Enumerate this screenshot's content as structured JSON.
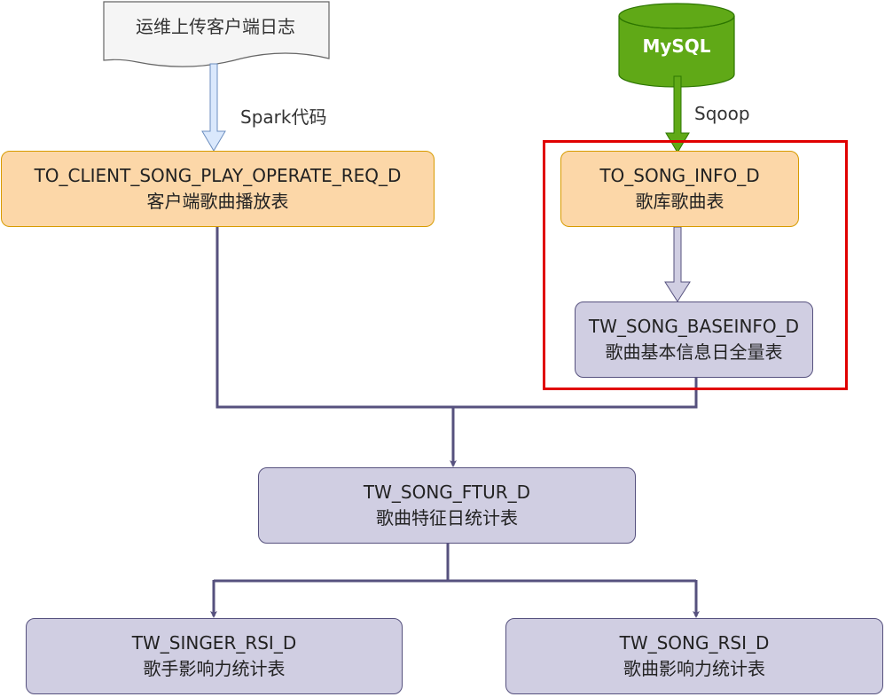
{
  "source_doc": {
    "label": "运维上传客户端日志"
  },
  "source_db": {
    "label": "MySQL"
  },
  "edge_labels": {
    "spark": "Spark代码",
    "sqoop": "Sqoop"
  },
  "nodes": {
    "client_play": {
      "code": "TO_CLIENT_SONG_PLAY_OPERATE_REQ_D",
      "name": "客户端歌曲播放表"
    },
    "song_info": {
      "code": "TO_SONG_INFO_D",
      "name": "歌库歌曲表"
    },
    "song_baseinfo": {
      "code": "TW_SONG_BASEINFO_D",
      "name": "歌曲基本信息日全量表"
    },
    "song_ftur": {
      "code": "TW_SONG_FTUR_D",
      "name": "歌曲特征日统计表"
    },
    "singer_rsi": {
      "code": "TW_SINGER_RSI_D",
      "name": "歌手影响力统计表"
    },
    "song_rsi": {
      "code": "TW_SONG_RSI_D",
      "name": "歌曲影响力统计表"
    }
  },
  "colors": {
    "orange_fill": "#fcd7a8",
    "orange_stroke": "#d79b00",
    "purple_fill": "#d0cee2",
    "purple_stroke": "#56517e",
    "green_db": "#60a917",
    "highlight_red": "#e00000",
    "doc_fill": "#f5f5f5",
    "arrow_light_blue": "#dae8fc"
  }
}
